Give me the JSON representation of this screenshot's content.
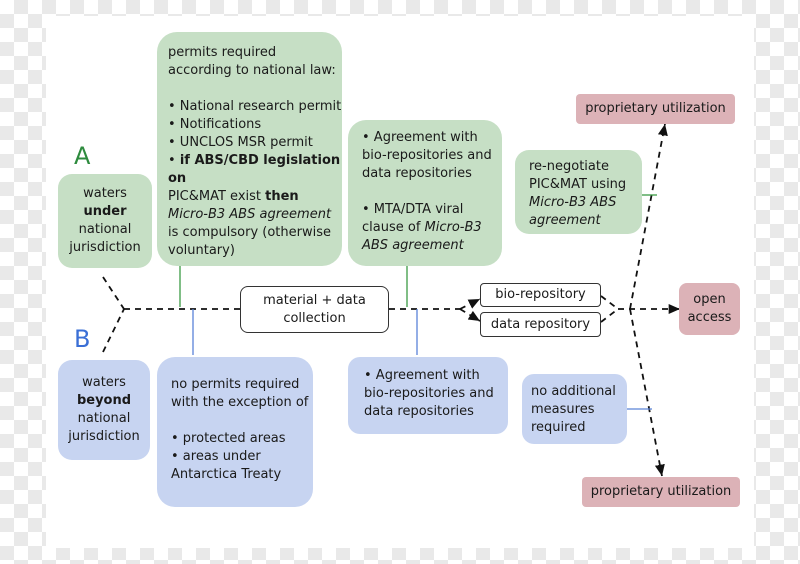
{
  "labels": {
    "a": "A",
    "b": "B"
  },
  "colors": {
    "a": "#2e8b3e",
    "b": "#3a6fd6",
    "green_box": "#c6dfc5",
    "blue_box": "#c7d4f1",
    "pink_box": "#dcb2b7"
  },
  "waters_under": {
    "l1": "waters",
    "l2": "under",
    "l3": "national",
    "l4": "jurisdiction"
  },
  "waters_beyond": {
    "l1": "waters",
    "l2": "beyond",
    "l3": "national",
    "l4": "jurisdiction"
  },
  "permits_required": {
    "title1": "permits required",
    "title2": "according to national law:",
    "b1": "• National research permit",
    "b2": "• Notifications",
    "b3": "• UNCLOS MSR permit",
    "b4a": "• ",
    "b4b": "if ABS/CBD legislation on",
    "b4c": "PIC&MAT exist ",
    "b4d": "then",
    "b4e": "Micro-B3 ABS agreement",
    "b4f": "is compulsory (otherwise",
    "b4g": "voluntary)"
  },
  "agreement_green": {
    "l1": "• Agreement with",
    "l2": "bio-repositories and",
    "l3": "data repositories",
    "l4": "• MTA/DTA viral",
    "l5a": "clause of ",
    "l5b": "Micro-B3",
    "l6": "ABS agreement"
  },
  "renegotiate": {
    "l1": "re-negotiate",
    "l2": "PIC&MAT using",
    "l3": "Micro-B3 ABS",
    "l4": "agreement"
  },
  "no_permits": {
    "l1": "no permits required",
    "l2": "with the exception of",
    "l3": "• protected areas",
    "l4": "• areas under",
    "l5": "Antarctica Treaty"
  },
  "agreement_blue": {
    "l1": "• Agreement with",
    "l2": "bio-repositories and",
    "l3": "data repositories"
  },
  "no_additional": {
    "l1": "no additional",
    "l2": "measures",
    "l3": "required"
  },
  "collection": {
    "l1": "material + data",
    "l2": "collection"
  },
  "bio_repository": "bio-repository",
  "data_repository": "data repository",
  "open_access": {
    "l1": "open",
    "l2": "access"
  },
  "proprietary_top": "proprietary utilization",
  "proprietary_bottom": "proprietary utilization"
}
